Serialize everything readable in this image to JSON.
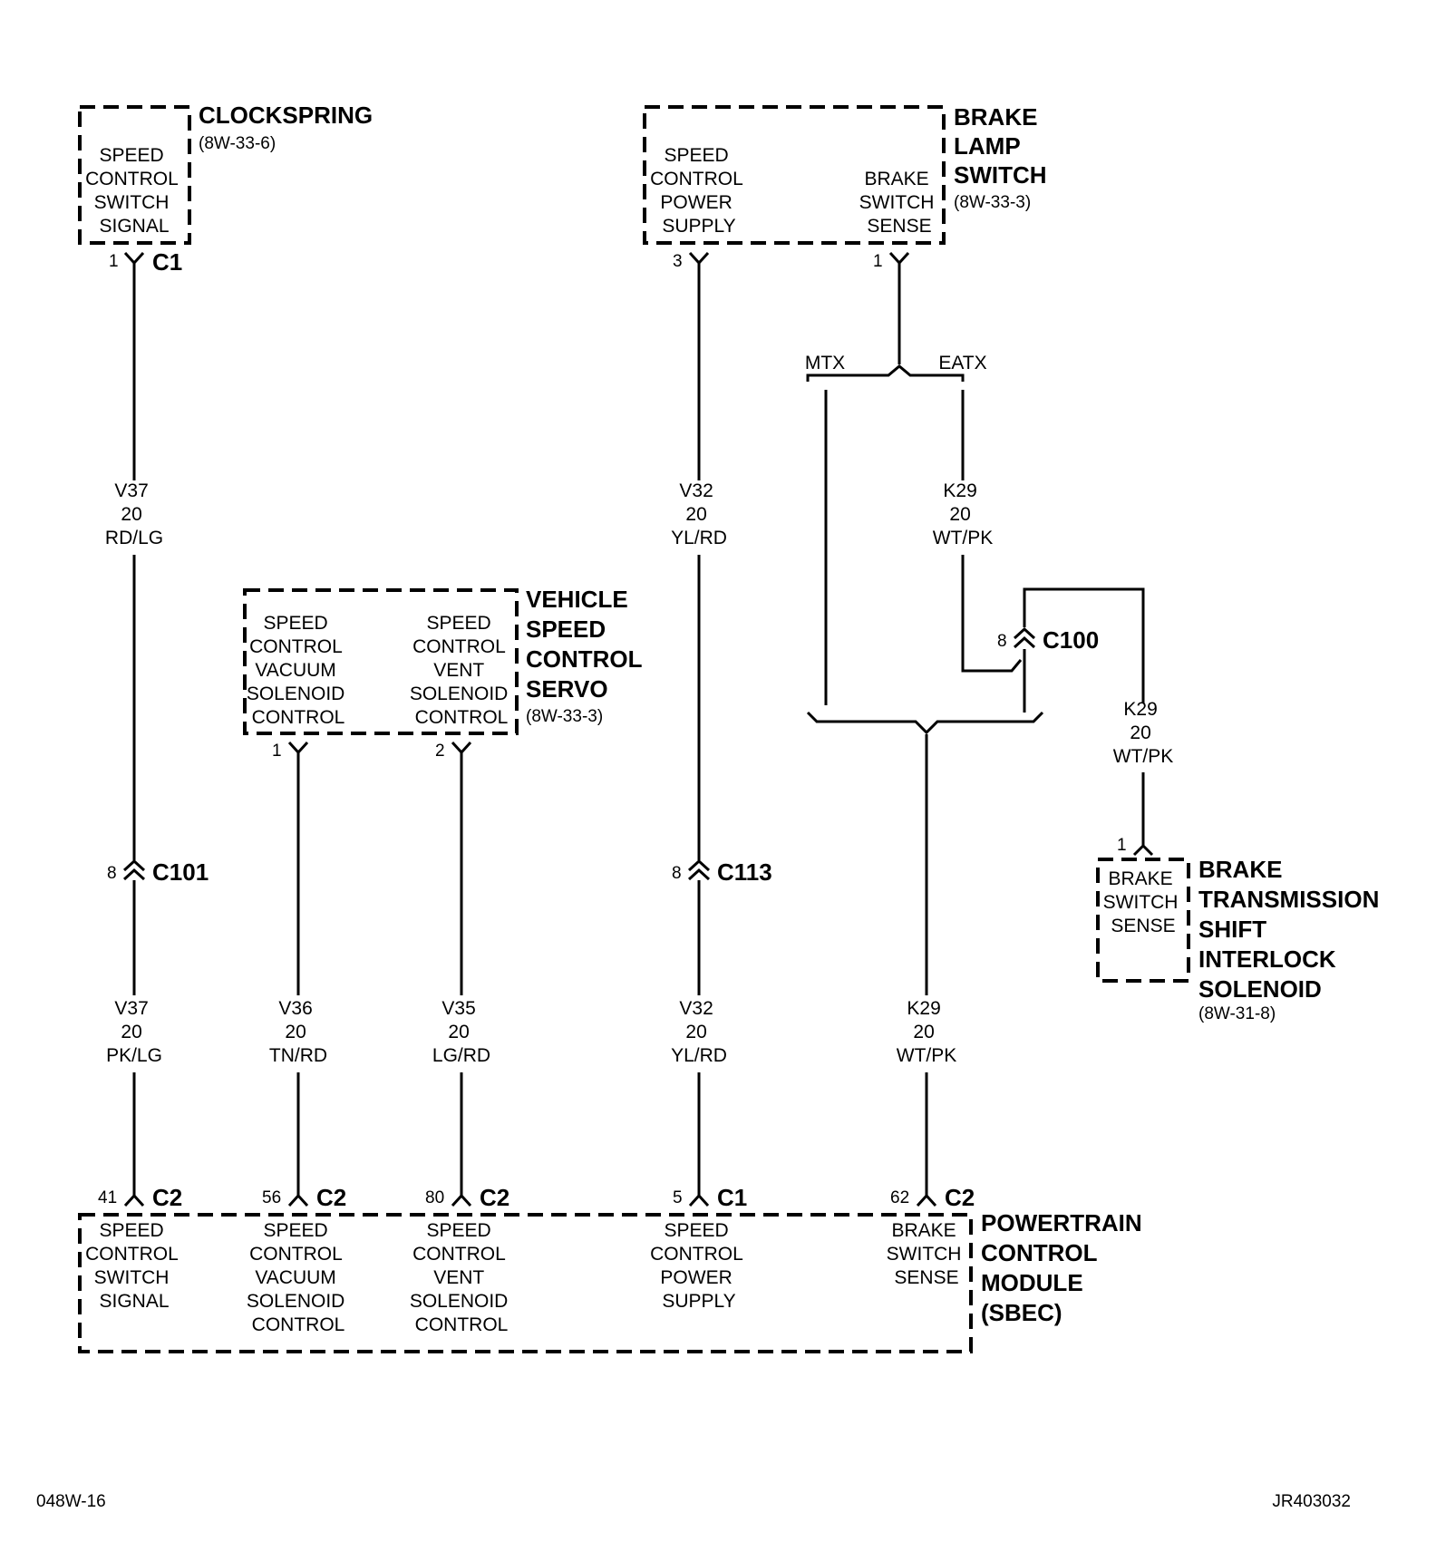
{
  "components": {
    "clockspring": {
      "title": [
        "CLOCKSPRING"
      ],
      "ref": "(8W-33-6)",
      "signal": [
        "SPEED",
        "CONTROL",
        "SWITCH",
        "SIGNAL"
      ],
      "pin": "1",
      "connector": "C1"
    },
    "brake_lamp_switch": {
      "title": [
        "BRAKE",
        "LAMP",
        "SWITCH"
      ],
      "ref": "(8W-33-3)",
      "signal_a": [
        "SPEED",
        "CONTROL",
        "POWER",
        "SUPPLY"
      ],
      "signal_b": [
        "BRAKE",
        "SWITCH",
        "SENSE"
      ],
      "pin_a": "3",
      "pin_b": "1"
    },
    "servo": {
      "title": [
        "VEHICLE",
        "SPEED",
        "CONTROL",
        "SERVO"
      ],
      "ref": "(8W-33-3)",
      "signal_a": [
        "SPEED",
        "CONTROL",
        "VACUUM",
        "SOLENOID",
        "CONTROL"
      ],
      "signal_b": [
        "SPEED",
        "CONTROL",
        "VENT",
        "SOLENOID",
        "CONTROL"
      ],
      "pin_a": "1",
      "pin_b": "2"
    },
    "btsi": {
      "title": [
        "BRAKE",
        "TRANSMISSION",
        "SHIFT",
        "INTERLOCK",
        "SOLENOID"
      ],
      "ref": "(8W-31-8)",
      "signal": [
        "BRAKE",
        "SWITCH",
        "SENSE"
      ],
      "pin": "1"
    },
    "pcm": {
      "title": [
        "POWERTRAIN",
        "CONTROL",
        "MODULE",
        "(SBEC)"
      ],
      "pins": [
        {
          "pin": "41",
          "connector": "C2",
          "signal": [
            "SPEED",
            "CONTROL",
            "SWITCH",
            "SIGNAL"
          ]
        },
        {
          "pin": "56",
          "connector": "C2",
          "signal": [
            "SPEED",
            "CONTROL",
            "VACUUM",
            "SOLENOID",
            "CONTROL"
          ]
        },
        {
          "pin": "80",
          "connector": "C2",
          "signal": [
            "SPEED",
            "CONTROL",
            "VENT",
            "SOLENOID",
            "CONTROL"
          ]
        },
        {
          "pin": "5",
          "connector": "C1",
          "signal": [
            "SPEED",
            "CONTROL",
            "POWER",
            "SUPPLY"
          ]
        },
        {
          "pin": "62",
          "connector": "C2",
          "signal": [
            "BRAKE",
            "SWITCH",
            "SENSE"
          ]
        }
      ]
    }
  },
  "wires": {
    "v37_upper": [
      "V37",
      "20",
      "RD/LG"
    ],
    "v37_lower": [
      "V37",
      "20",
      "PK/LG"
    ],
    "v32_upper": [
      "V32",
      "20",
      "YL/RD"
    ],
    "v32_lower": [
      "V32",
      "20",
      "YL/RD"
    ],
    "v36": [
      "V36",
      "20",
      "TN/RD"
    ],
    "v35": [
      "V35",
      "20",
      "LG/RD"
    ],
    "k29_eatx": [
      "K29",
      "20",
      "WT/PK"
    ],
    "k29_btsi": [
      "K29",
      "20",
      "WT/PK"
    ],
    "k29_pcm": [
      "K29",
      "20",
      "WT/PK"
    ]
  },
  "inline_connectors": {
    "c101": {
      "pin": "8",
      "name": "C101"
    },
    "c113": {
      "pin": "8",
      "name": "C113"
    },
    "c100": {
      "pin": "8",
      "name": "C100"
    }
  },
  "options": {
    "mtx": "MTX",
    "eatx": "EATX"
  },
  "footer": {
    "left": "048W-16",
    "right": "JR403032"
  }
}
